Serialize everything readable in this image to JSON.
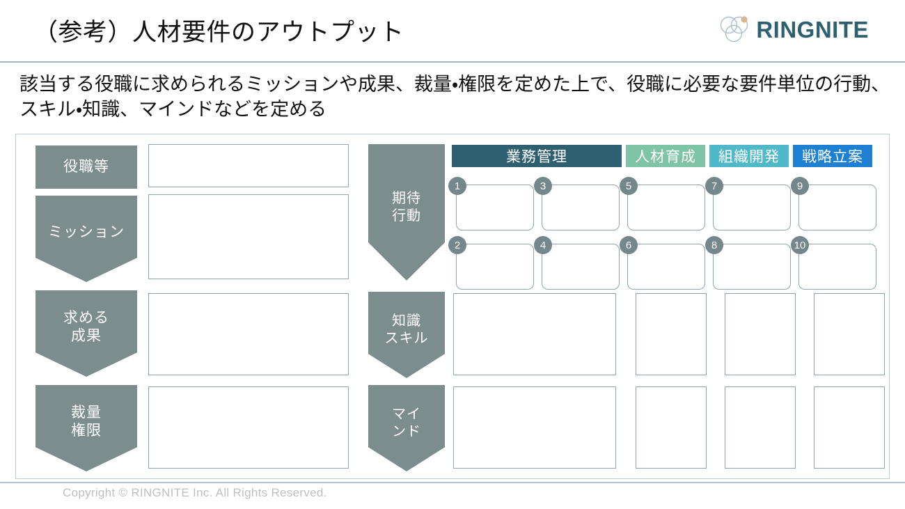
{
  "header": {
    "title": "（参考）人材要件のアウトプット",
    "brand_name": "RINGNITE",
    "brand_color": "#2D6070",
    "brand_mark_accent": "#D5B894",
    "brand_mark_ring": "#A8C0CE",
    "rule_color": "#9FB6C4"
  },
  "subtitle": "該当する役職に求められるミッションや成果、裁量・権限を定めた上で、役職に必要な要件単位の行動、スキル・知識、マインドなどを定める",
  "panel": {
    "border_color": "#BCCBD6",
    "tag_color": "#7C8D8D",
    "box_border_color": "#8FA3AD",
    "badge_color": "#74878A"
  },
  "left_column": {
    "items": [
      {
        "label": "役職等",
        "shape": "rect"
      },
      {
        "label": "ミッション",
        "shape": "pentagon"
      },
      {
        "label": "求める\n成果",
        "line1": "求める",
        "line2": "成果",
        "shape": "pentagon"
      },
      {
        "label": "裁量\n権限",
        "line1": "裁量",
        "line2": "権限",
        "shape": "pentagon"
      }
    ],
    "blank_boxes": 4
  },
  "middle_column": {
    "items": [
      {
        "label": "期待行動",
        "line1": "期待",
        "line2": "行動",
        "shape": "pentagon"
      },
      {
        "label": "知識スキル",
        "line1": "知識",
        "line2": "スキル",
        "shape": "pentagon"
      },
      {
        "label": "マインド",
        "line1": "マイ",
        "line2": "ンド",
        "shape": "pentagon"
      }
    ]
  },
  "categories": [
    {
      "label": "業務管理",
      "color": "#2E6072"
    },
    {
      "label": "人材育成",
      "color": "#7FC4A6"
    },
    {
      "label": "組織開発",
      "color": "#4FB8C9"
    },
    {
      "label": "戦略立案",
      "color": "#1E80D2"
    }
  ],
  "behavior_cells": [
    {
      "number": "1",
      "category": "業務管理",
      "row": 1
    },
    {
      "number": "2",
      "category": "業務管理",
      "row": 2
    },
    {
      "number": "3",
      "category": "業務管理",
      "row": 1
    },
    {
      "number": "4",
      "category": "業務管理",
      "row": 2
    },
    {
      "number": "5",
      "category": "人材育成",
      "row": 1
    },
    {
      "number": "6",
      "category": "人材育成",
      "row": 2
    },
    {
      "number": "7",
      "category": "組織開発",
      "row": 1
    },
    {
      "number": "8",
      "category": "組織開発",
      "row": 2
    },
    {
      "number": "9",
      "category": "戦略立案",
      "row": 1
    },
    {
      "number": "10",
      "category": "戦略立案",
      "row": 2
    }
  ],
  "knowledge_cells": 4,
  "mind_cells": 4,
  "footer": {
    "copyright": "Copyright © RINGNITE Inc. All Rights Reserved.",
    "rule_color": "#AFC4D0"
  }
}
